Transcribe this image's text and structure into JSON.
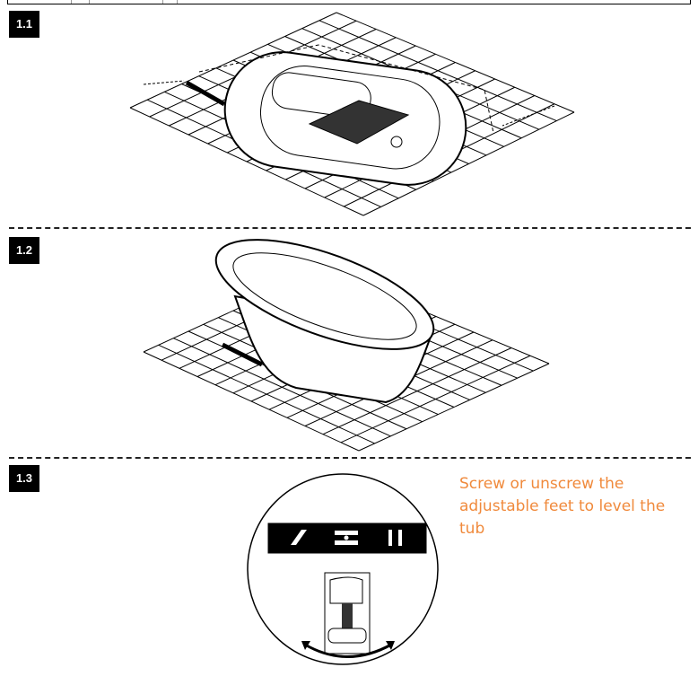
{
  "steps": [
    {
      "label": "1.1"
    },
    {
      "label": "1.2"
    },
    {
      "label": "1.3",
      "instruction": "Screw or unscrew the adjustable feet to level the tub"
    }
  ],
  "colors": {
    "instruction": "#f08a3c",
    "label_bg": "#000000"
  }
}
